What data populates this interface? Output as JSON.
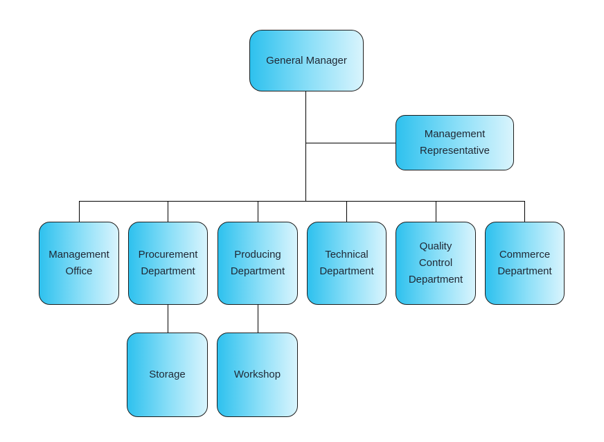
{
  "diagram": {
    "type": "org-chart",
    "nodes": [
      {
        "id": "general-manager",
        "label": "General Manager"
      },
      {
        "id": "management-representative",
        "label": "Management\nRepresentative"
      },
      {
        "id": "management-office",
        "label": "Management\nOffice"
      },
      {
        "id": "procurement-department",
        "label": "Procurement\nDepartment"
      },
      {
        "id": "producing-department",
        "label": "Producing\nDepartment"
      },
      {
        "id": "technical-department",
        "label": "Technical\nDepartment"
      },
      {
        "id": "quality-control-department",
        "label": "Quality\nControl\nDepartment"
      },
      {
        "id": "commerce-department",
        "label": "Commerce\nDepartment"
      },
      {
        "id": "storage",
        "label": "Storage"
      },
      {
        "id": "workshop",
        "label": "Workshop"
      }
    ],
    "edges": [
      {
        "from": "general-manager",
        "to": "management-representative"
      },
      {
        "from": "general-manager",
        "to": "management-office"
      },
      {
        "from": "general-manager",
        "to": "procurement-department"
      },
      {
        "from": "general-manager",
        "to": "producing-department"
      },
      {
        "from": "general-manager",
        "to": "technical-department"
      },
      {
        "from": "general-manager",
        "to": "quality-control-department"
      },
      {
        "from": "general-manager",
        "to": "commerce-department"
      },
      {
        "from": "procurement-department",
        "to": "storage"
      },
      {
        "from": "producing-department",
        "to": "workshop"
      }
    ],
    "colors": {
      "node_gradient_start": "#2EC1EE",
      "node_gradient_end": "#D9F4FD",
      "node_border": "#1C1C1C",
      "node_text": "#1F2733",
      "connector": "#000000",
      "background": "#FFFFFF"
    }
  }
}
